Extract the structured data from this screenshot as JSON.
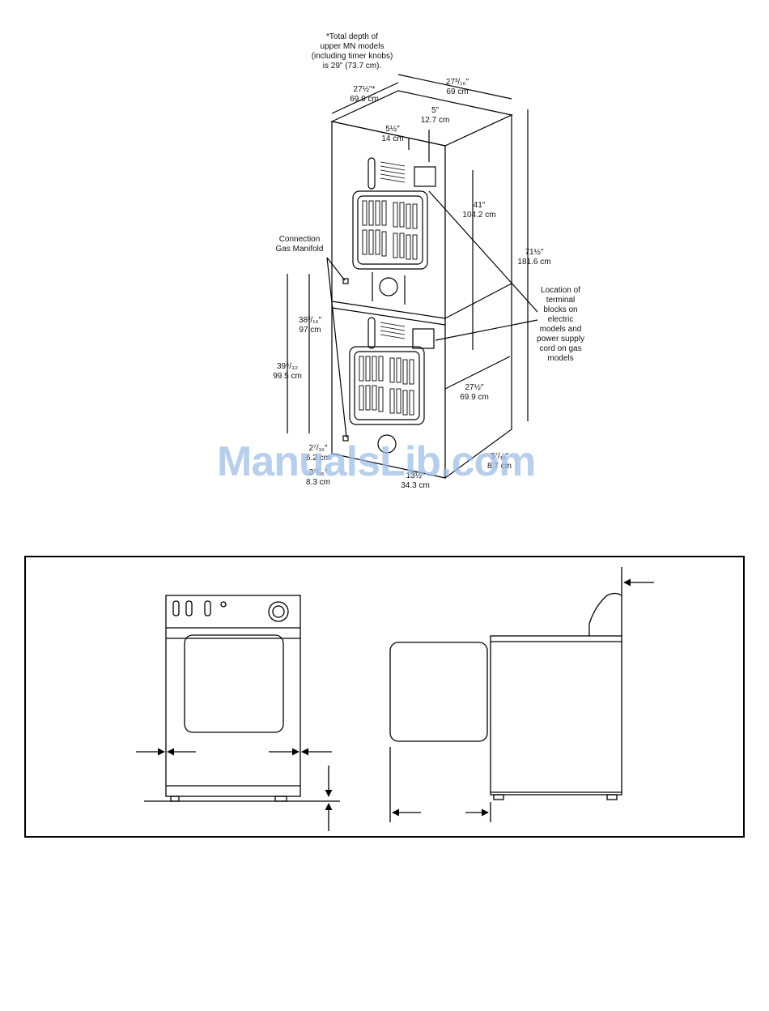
{
  "note_total_depth": [
    "*Total depth of",
    "upper MN models",
    "(including timer knobs)",
    "is 29\" (73.7 cm)."
  ],
  "dims": {
    "top_depth": [
      "27½\"*",
      "69.9 cm"
    ],
    "top_width": [
      "27³/₁₆\"",
      "69 cm"
    ],
    "d5": [
      "5\"",
      "12.7 cm"
    ],
    "d5half": [
      "5½\"",
      "14 cm"
    ],
    "d41": [
      "41\"",
      "104.2 cm"
    ],
    "d71": [
      "71½\"",
      "181.6 cm"
    ],
    "d38": [
      "38³/₁₆\"",
      "97 cm"
    ],
    "d39": [
      "39⁵/₃₂",
      "99.5 cm"
    ],
    "d27side": [
      "27½\"",
      "69.9 cm"
    ],
    "d27_16": [
      "2⁷/₁₆\"",
      "6.2 cm"
    ],
    "d3_8": [
      "3⁷/₁₆\"",
      "8.3 cm"
    ],
    "d13": [
      "13½\"",
      "34.3 cm"
    ],
    "d37": [
      "3⁷/₁₆\"",
      "8.7 cm"
    ]
  },
  "callouts": {
    "gas_manifold": [
      "Connection",
      "Gas Manifold"
    ],
    "terminal_blocks": [
      "Location of",
      "terminal",
      "blocks on",
      "electric",
      "models and",
      "power supply",
      "cord on gas",
      "models"
    ]
  },
  "watermark": "ManualsLib.com"
}
